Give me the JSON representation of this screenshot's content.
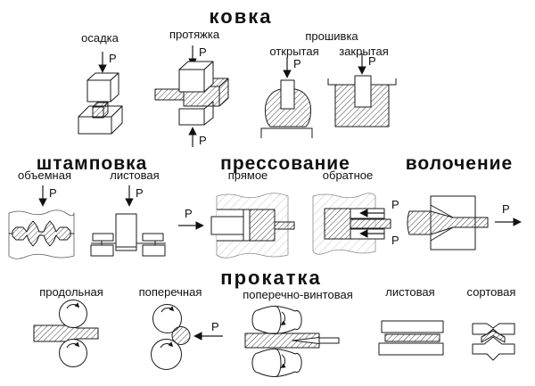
{
  "force": {
    "label": "P"
  },
  "sections": {
    "forging": {
      "title": "ковка",
      "upsetting_label": "осадка",
      "drawing_out_label": "протяжка",
      "piercing_label": "прошивка",
      "piercing_open_label": "открытая",
      "piercing_closed_label": "закрытая"
    },
    "stamping": {
      "title": "штамповка",
      "bulk_label": "объемная",
      "sheet_label": "листовая"
    },
    "extrusion": {
      "title": "прессование",
      "direct_label": "прямое",
      "reverse_label": "обратное"
    },
    "drawing": {
      "title": "волочение"
    },
    "rolling": {
      "title": "прокатка",
      "longitudinal_label": "продольная",
      "transverse_label": "поперечная",
      "cross_helical_label": "поперечно-винтовая",
      "sheet_label": "листовая",
      "section_label": "сортовая"
    }
  }
}
